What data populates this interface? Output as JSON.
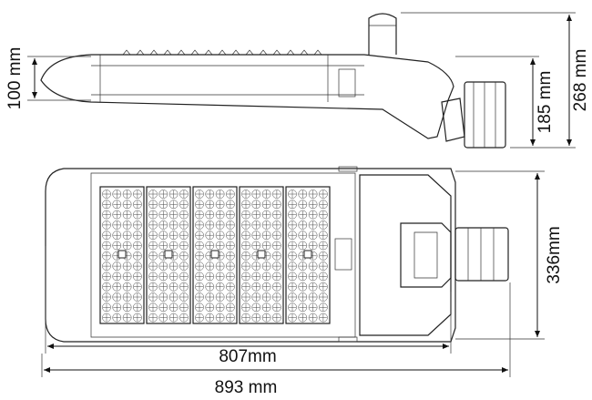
{
  "drawing": {
    "dimensions": {
      "side_height_body": "100 mm",
      "total_height": "268 mm",
      "bracket_height": "185 mm",
      "width": "336mm",
      "body_length": "807mm",
      "total_length": "893 mm"
    },
    "led_modules": 5,
    "colors": {
      "line": "#222222",
      "background": "#ffffff"
    }
  }
}
